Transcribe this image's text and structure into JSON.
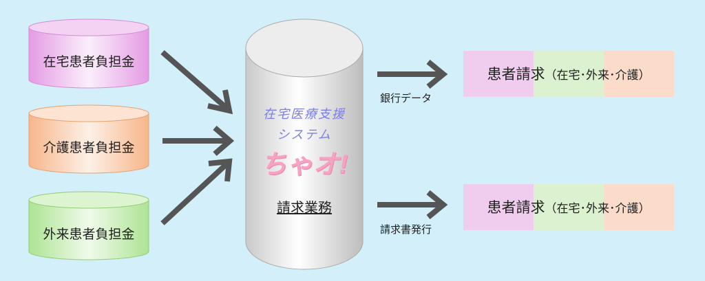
{
  "sources": [
    {
      "label": "在宅患者負担金",
      "color": "#e6a8e6"
    },
    {
      "label": "介護患者負担金",
      "color": "#f6bf98"
    },
    {
      "label": "外来患者負担金",
      "color": "#b8e6a0"
    }
  ],
  "center": {
    "logo_line1": "在宅医療支援",
    "logo_line2": "システム",
    "logo_brand": "ちゃオ!",
    "caption": "請求業務"
  },
  "outputs": [
    {
      "arrow_label": "銀行データ",
      "box_main": "患者請求",
      "box_sub": "（在宅･外来･介護）"
    },
    {
      "arrow_label": "請求書発行",
      "box_main": "患者請求",
      "box_sub": "（在宅･外来･介護）"
    }
  ],
  "colors": {
    "pink": "#f0cdef",
    "green": "#dcf1cf",
    "orange": "#fbdccb",
    "arrow": "#555555"
  }
}
